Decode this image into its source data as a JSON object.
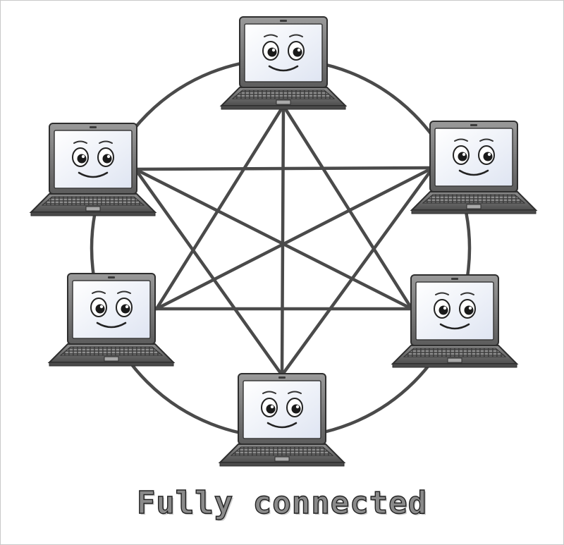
{
  "caption": "Fully connected",
  "colors": {
    "link": "#4a4a4a",
    "screen": "#f4f6fb",
    "bezel": "#6f6f6f",
    "base": "#6a6a6a",
    "keyboard": "#3e3e3e",
    "caption_fill": "#8a8a8a",
    "caption_stroke": "#222222"
  },
  "nodes": [
    {
      "name": "laptop-top"
    },
    {
      "name": "laptop-upper-left"
    },
    {
      "name": "laptop-upper-right"
    },
    {
      "name": "laptop-lower-left"
    },
    {
      "name": "laptop-lower-right"
    },
    {
      "name": "laptop-bottom"
    }
  ],
  "topology": "full-mesh",
  "links": [
    [
      "laptop-top",
      "laptop-lower-left"
    ],
    [
      "laptop-top",
      "laptop-lower-right"
    ],
    [
      "laptop-top",
      "laptop-bottom"
    ],
    [
      "laptop-upper-left",
      "laptop-upper-right"
    ],
    [
      "laptop-upper-left",
      "laptop-lower-right"
    ],
    [
      "laptop-upper-left",
      "laptop-bottom"
    ],
    [
      "laptop-upper-right",
      "laptop-lower-left"
    ],
    [
      "laptop-upper-right",
      "laptop-bottom"
    ],
    [
      "laptop-lower-left",
      "laptop-lower-right"
    ]
  ],
  "ring": [
    "laptop-top",
    "laptop-upper-right",
    "laptop-lower-right",
    "laptop-bottom",
    "laptop-lower-left",
    "laptop-upper-left"
  ]
}
